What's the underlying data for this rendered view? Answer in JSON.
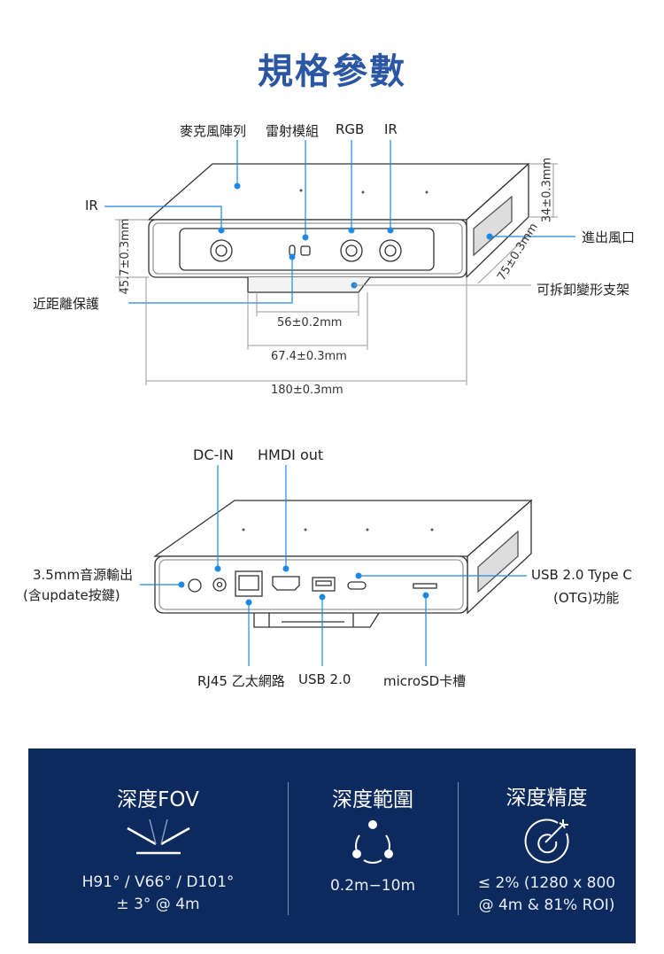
{
  "title": "規格參數",
  "front_view": {
    "labels": {
      "mic_array": "麥克風陣列",
      "laser_module": "雷射模組",
      "rgb": "RGB",
      "ir_top": "IR",
      "ir_left": "IR",
      "proximity": "近距離保護",
      "vent": "進出風口",
      "bracket": "可拆卸變形支架"
    },
    "dimensions": {
      "height": "45.7±0.3mm",
      "depth_top": "34±0.3mm",
      "depth_side": "75±0.3mm",
      "bracket_inner": "56±0.2mm",
      "bracket_outer": "67.4±0.3mm",
      "width": "180±0.3mm"
    }
  },
  "back_view": {
    "labels": {
      "dc_in": "DC-IN",
      "hdmi": "HMDI out",
      "audio_line1": "3.5mm音源輸出",
      "audio_line2": "(含update按鍵)",
      "usbc_line1": "USB 2.0 Type C",
      "usbc_line2": "(OTG)功能",
      "rj45": "RJ45 乙太網路",
      "usb2": "USB 2.0",
      "microsd": "microSD卡槽"
    }
  },
  "specs": [
    {
      "heading": "深度FOV",
      "icon": "fov-icon",
      "lines": [
        "H91° / V66° / D101°",
        "± 3° @ 4m"
      ]
    },
    {
      "heading": "深度範圍",
      "icon": "range-icon",
      "lines": [
        "0.2m−10m"
      ]
    },
    {
      "heading": "深度精度",
      "icon": "target-icon",
      "lines": [
        "≤ 2% (1280 x 800",
        "@ 4m & 81% ROI)"
      ]
    }
  ],
  "colors": {
    "title": "#2b56a3",
    "leader": "#1e88e5",
    "panel": "#0c2a5d"
  }
}
